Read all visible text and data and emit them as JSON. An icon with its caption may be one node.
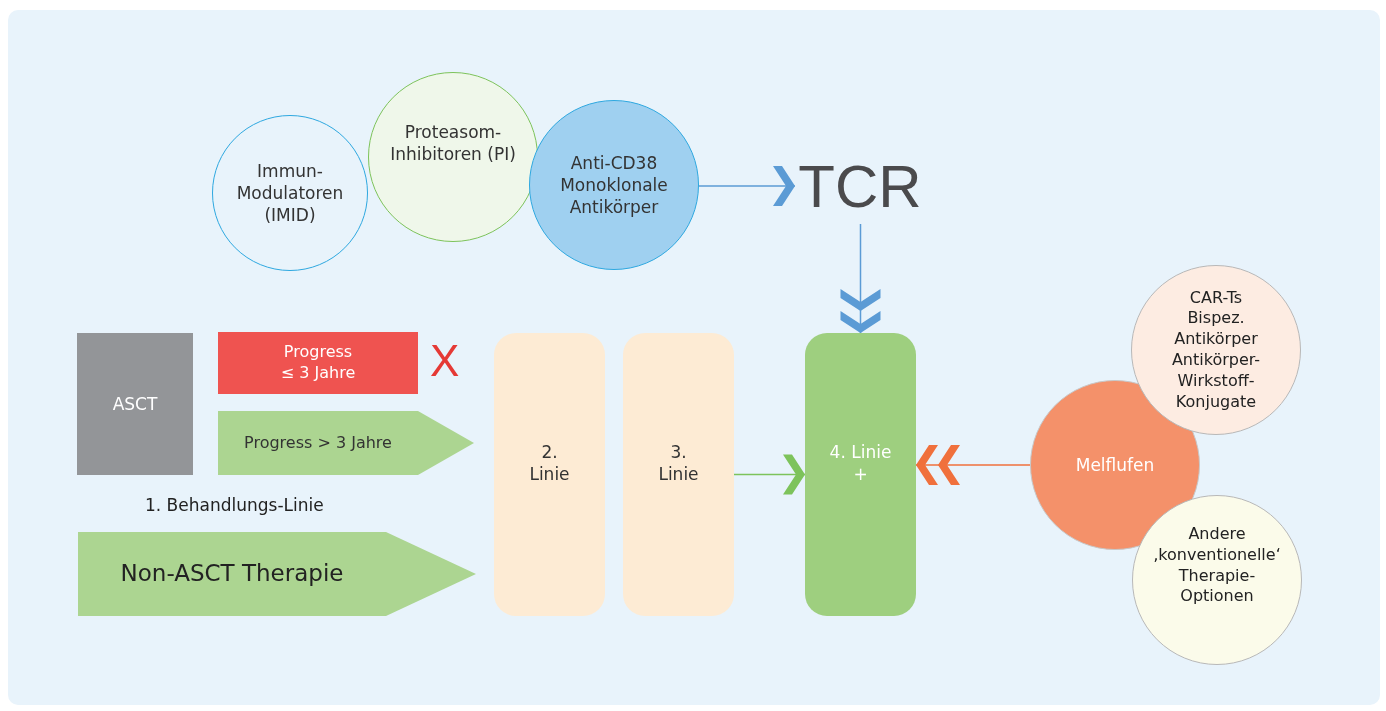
{
  "diagram": {
    "nodes": [
      {
        "text": [
          "Immun-Modulatoren (IMID)"
        ]
      },
      {
        "text": [
          "Proteasom-Inhibitoren (PI)"
        ]
      },
      {
        "text": [
          "Anti-CD38 Monoklonale Antikörper"
        ]
      },
      {
        "text": [
          "TCR"
        ]
      },
      {
        "text": [
          "ASCT"
        ]
      },
      {
        "text": [
          "Progress ≤ 3 Jahre"
        ]
      },
      {
        "text": [
          "Progress > 3 Jahre"
        ]
      },
      {
        "text": [
          "Non-ASCT Therapie"
        ]
      },
      {
        "text": [
          "2. Linie"
        ]
      },
      {
        "text": [
          "3. Linie"
        ]
      },
      {
        "text": [
          "4. Linie +"
        ]
      },
      {
        "text": [
          "CAR-Ts",
          "Bispez. Antikörper",
          "Antikörper-Wirkstoff-Konjugate"
        ]
      },
      {
        "text": [
          "Melflufen"
        ]
      },
      {
        "text": [
          "Andere ‚konventionelle‘ Therapie-Optionen"
        ]
      }
    ],
    "edges": [
      {
        "from": 2,
        "to": 3,
        "arrow": "to",
        "color": "#5b9bd5"
      },
      {
        "from": 3,
        "to": 10,
        "arrow": "to",
        "color": "#5b9bd5"
      },
      {
        "from": 9,
        "to": 10,
        "arrow": "to",
        "color": "#7dc35b"
      },
      {
        "from": 12,
        "to": 10,
        "arrow": "to",
        "color": "#f0703c"
      }
    ],
    "labels": [
      "X",
      "1. Behandlungs-Linie"
    ]
  }
}
